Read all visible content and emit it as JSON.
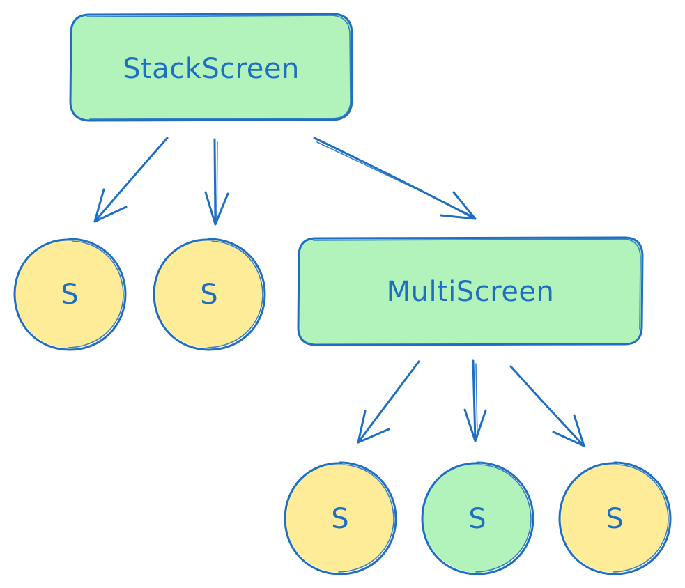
{
  "diagram": {
    "colors": {
      "stroke": "#1e6ec3",
      "box_fill": "#b2f2bb",
      "node_yellow": "#ffec99",
      "node_green": "#b2f2bb"
    },
    "root": {
      "label": "StackScreen"
    },
    "multi": {
      "label": "MultiScreen"
    },
    "nodes": [
      {
        "label": "S",
        "fill": "yellow"
      },
      {
        "label": "S",
        "fill": "yellow"
      },
      {
        "label": "S",
        "fill": "yellow"
      },
      {
        "label": "S",
        "fill": "green"
      },
      {
        "label": "S",
        "fill": "yellow"
      }
    ]
  }
}
